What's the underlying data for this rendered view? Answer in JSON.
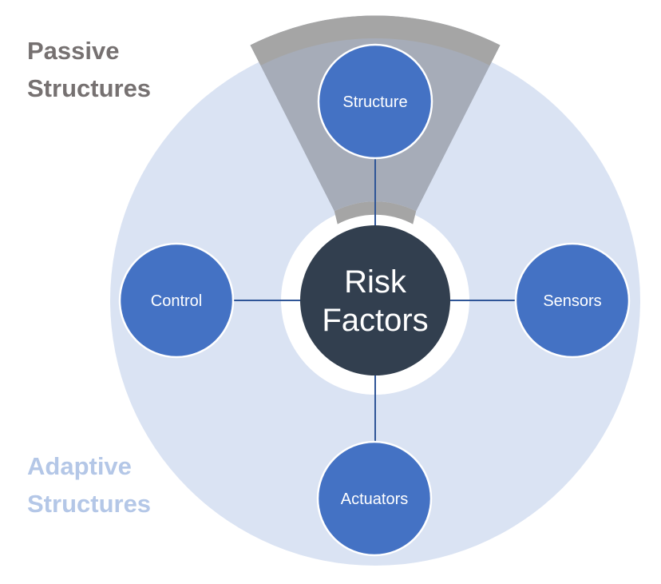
{
  "labels": {
    "passive": [
      "Passive",
      "Structures"
    ],
    "adaptive": [
      "Adaptive",
      "Structures"
    ]
  },
  "center": {
    "lines": [
      "Risk",
      "Factors"
    ]
  },
  "nodes": {
    "structure": "Structure",
    "control": "Control",
    "sensors": "Sensors",
    "actuators": "Actuators"
  },
  "colors": {
    "outer_disk": "#dae3f3",
    "sector": "#a6acb8",
    "sector_rim": "#a5a5a5",
    "node_fill": "#4472c4",
    "center_fill": "#323f4f",
    "connector": "#2f5597",
    "passive_label": "#767171",
    "adaptive_label": "#b4c7e7"
  }
}
